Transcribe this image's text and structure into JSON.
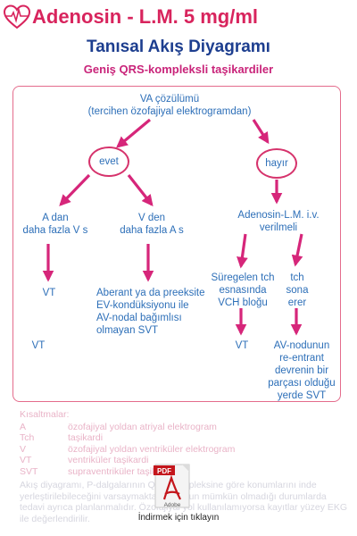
{
  "header": {
    "title": "Adenosin - L.M. 5 mg/ml",
    "subtitle": "Tanısal Akış Diyagramı",
    "tagline": "Geniş QRS-kompleksli taşikardiler"
  },
  "diagram": {
    "root": [
      "VA çözülümü",
      "(tercihen özofajiyal elektrogramdan)"
    ],
    "yes_label": "evet",
    "no_label": "hayır",
    "a_over_v": [
      "A dan",
      "daha fazla V s"
    ],
    "v_over_a": [
      "V den",
      "daha fazla A s"
    ],
    "vt_1": "VT",
    "aberrant": [
      "Aberant ya da preeksite",
      "EV-kondüksiyonu ile",
      "AV-nodal bağımlısı",
      "olmayan SVT"
    ],
    "vt_outer": "VT",
    "adenosin": [
      "Adenosin-L.M. i.v.",
      "verilmeli"
    ],
    "sustained": [
      "Süregelen tch",
      "esnasında",
      "VCH bloğu"
    ],
    "tch_ends": [
      "tch",
      "sona",
      "erer"
    ],
    "vt_2": "VT",
    "av_nodal": [
      "AV-nodunun",
      "re-entrant",
      "devrenin bir",
      "parçası olduğu",
      "yerde SVT"
    ]
  },
  "abbreviations": {
    "title": "Kısaltmalar:",
    "items": [
      {
        "key": "A",
        "value": "özofajiyal yoldan atriyal elektrogram"
      },
      {
        "key": "Tch",
        "value": "taşikardi"
      },
      {
        "key": "V",
        "value": "özofajiyal yoldan ventriküler elektrogram"
      },
      {
        "key": "VT",
        "value": "ventriküler taşikardi"
      },
      {
        "key": "SVT",
        "value": "supraventriküler taşikardi"
      }
    ],
    "note": "Akış diyagramı, P-dalgalarının QRS-kompleksine göre konumlarını inde yerleştirilebileceğini varsaymaktadır. Bunun mümkün olmadığı durumlarda tedavi ayrıca planlanmalıdır. Özofajiyal yol kullanılamıyorsa kayıtlar yüzey EKG ile değerlendirilir."
  },
  "download": {
    "icon_label": "PDF",
    "brand": "Adobe",
    "label": "İndirmek için tıklayın"
  },
  "colors": {
    "title": "#d8245d",
    "subtitle": "#1d3e8f",
    "node_text": "#2d6fb8",
    "arrow": "#d6267a",
    "frame": "#e46c8c"
  }
}
